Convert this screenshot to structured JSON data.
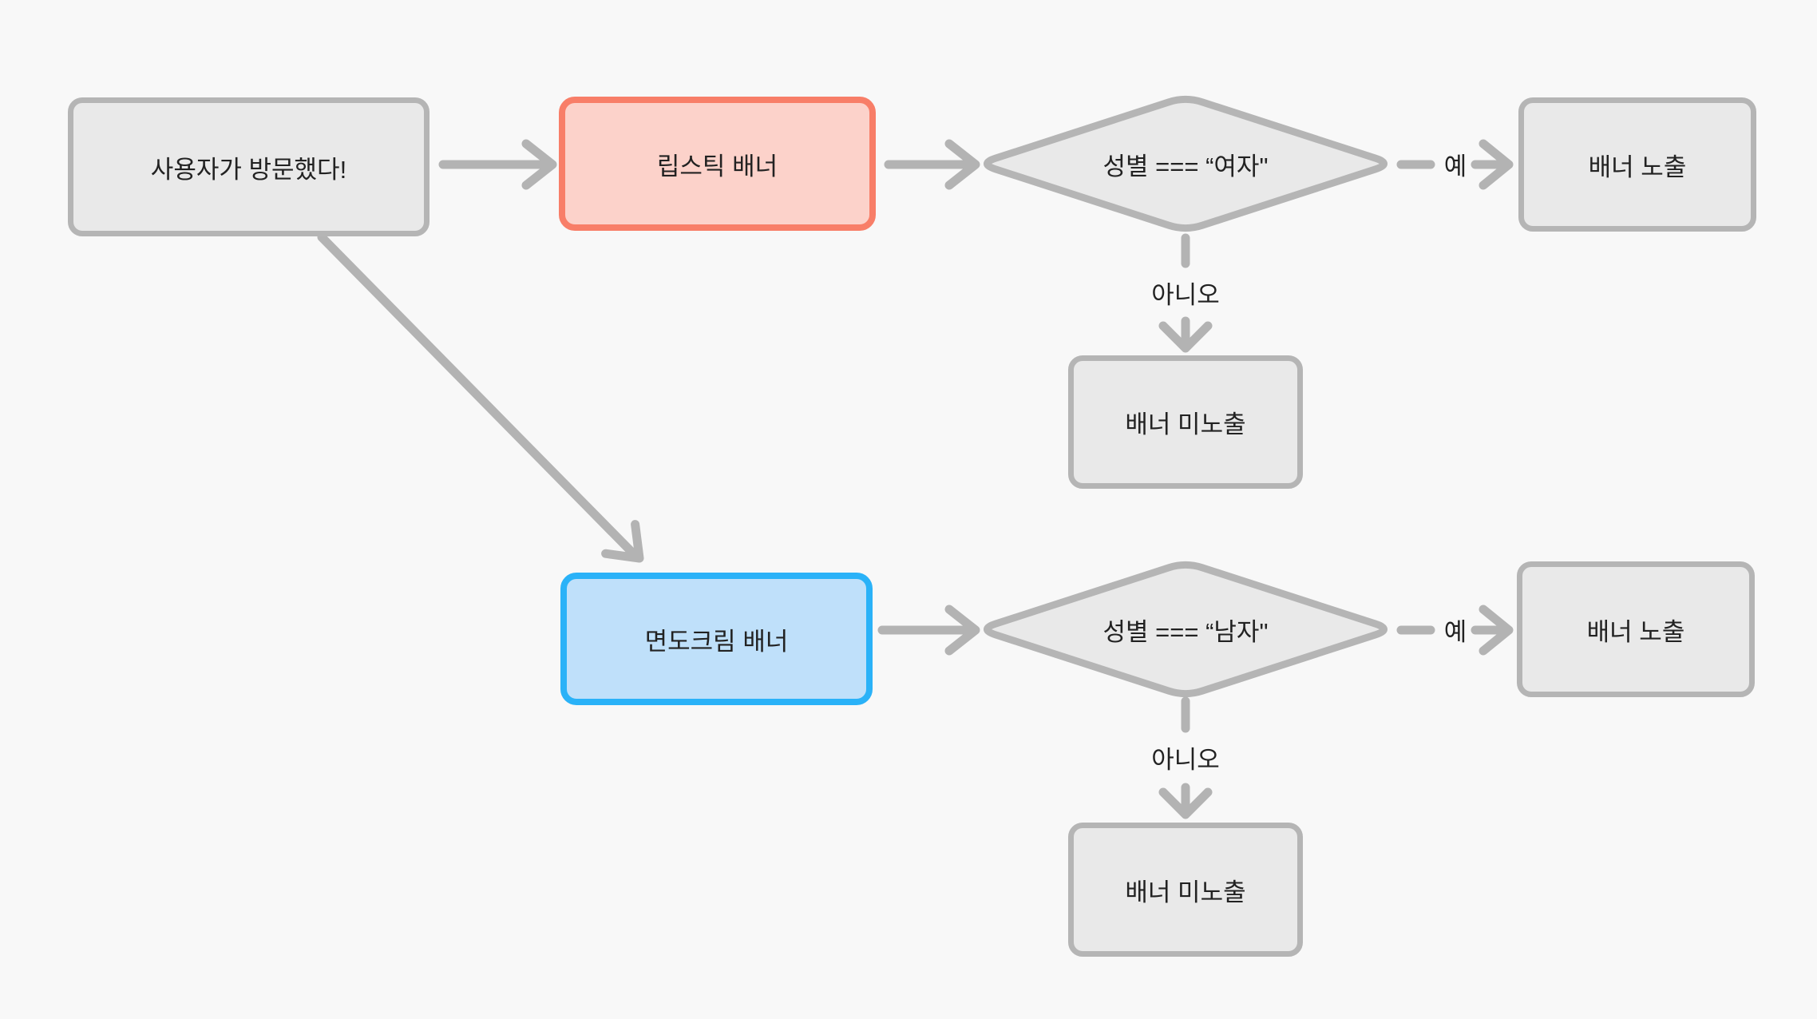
{
  "colors": {
    "background": "#f8f8f8",
    "node_fill": "#e9e9e9",
    "node_border": "#b5b5b5",
    "connector": "#b3b3b3",
    "text": "#222222",
    "red_border": "#f87e68",
    "red_fill": "#fcd2ca",
    "blue_border": "#2ab2f8",
    "blue_fill": "#bfe0fa"
  },
  "nodes": {
    "start": {
      "label": "사용자가 방문했다!"
    },
    "lipstick_banner": {
      "label": "립스틱 배너"
    },
    "gender_check_female": {
      "label": "성별 === “여자\""
    },
    "banner_show_top": {
      "label": "배너 노출"
    },
    "banner_hide_top": {
      "label": "배너 미노출"
    },
    "shaving_cream_banner": {
      "label": "면도크림 배너"
    },
    "gender_check_male": {
      "label": "성별 === “남자\""
    },
    "banner_show_bottom": {
      "label": "배너 노출"
    },
    "banner_hide_bottom": {
      "label": "배너 미노출"
    }
  },
  "edge_labels": {
    "yes_top": "예",
    "no_top": "아니오",
    "yes_bottom": "예",
    "no_bottom": "아니오"
  }
}
